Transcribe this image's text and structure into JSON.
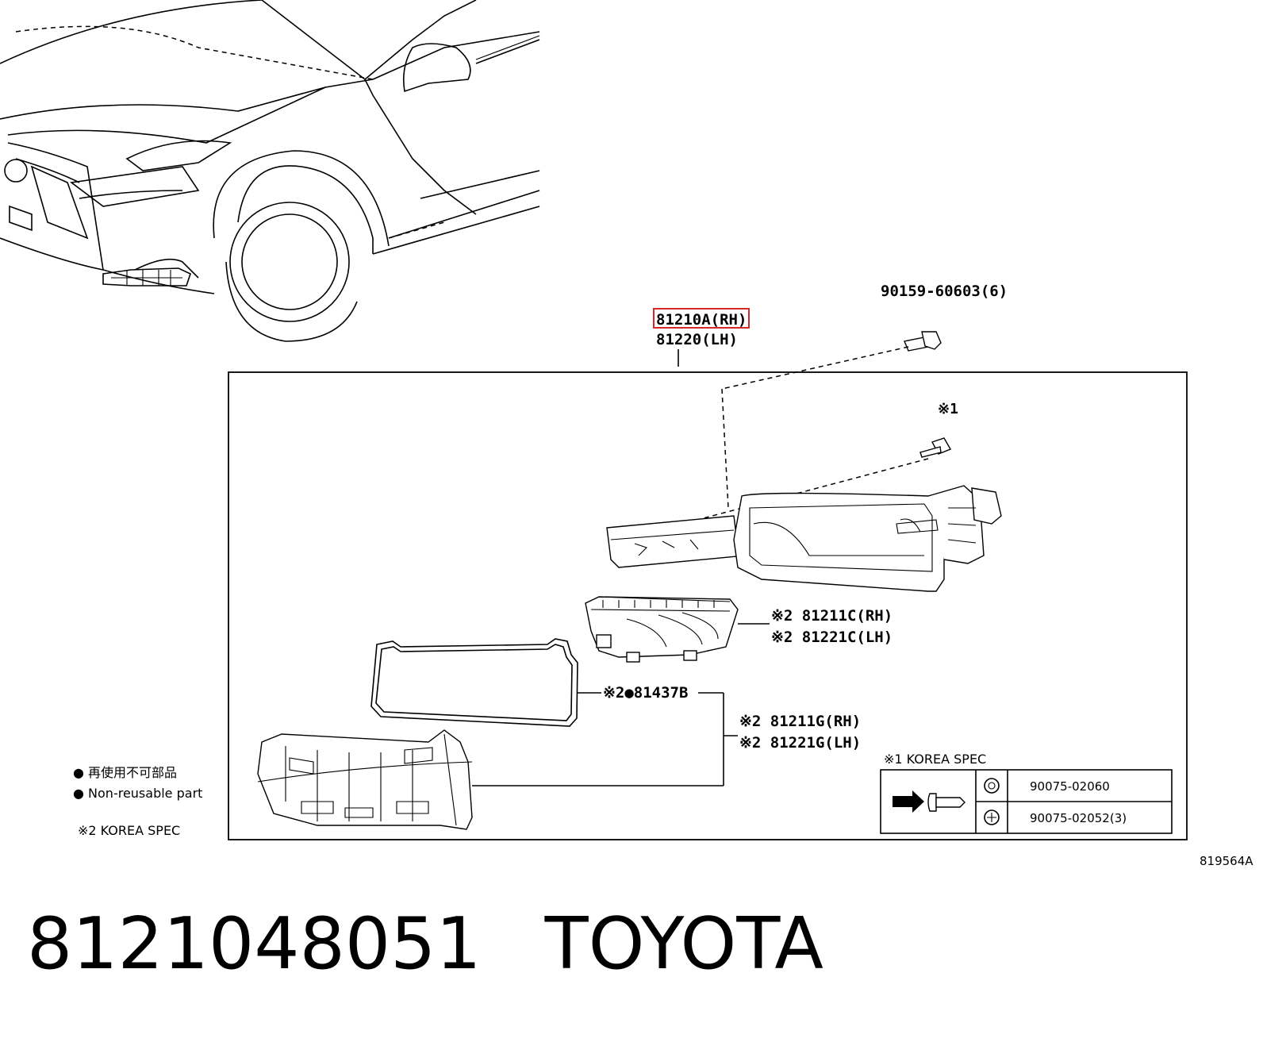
{
  "callouts": {
    "bolt_top": "90159-60603(6)",
    "assembly_rh": "81210A(RH)",
    "assembly_lh": "81220(LH)",
    "screw_mark": "※1",
    "reflector_rh": "※2 81211C(RH)",
    "reflector_lh": "※2 81221C(LH)",
    "gasket": "※2●81437B",
    "lens_rh": "※2 81211G(RH)",
    "lens_lh": "※2 81221G(LH)"
  },
  "legend": {
    "jp_label": "● 再使用不可部品",
    "en_label": "● Non-reusable part",
    "spec2": "※2 KOREA SPEC"
  },
  "spec_table": {
    "title": "※1 KOREA SPEC",
    "rows": [
      {
        "icon": "torx-head-icon",
        "part": "90075-02060"
      },
      {
        "icon": "phillips-head-icon",
        "part": "90075-02052(3)"
      }
    ]
  },
  "figure_code": "819564A",
  "footer": {
    "part_number": "8121048051",
    "brand": "TOYOTA"
  },
  "colors": {
    "highlight": "#d62828"
  }
}
